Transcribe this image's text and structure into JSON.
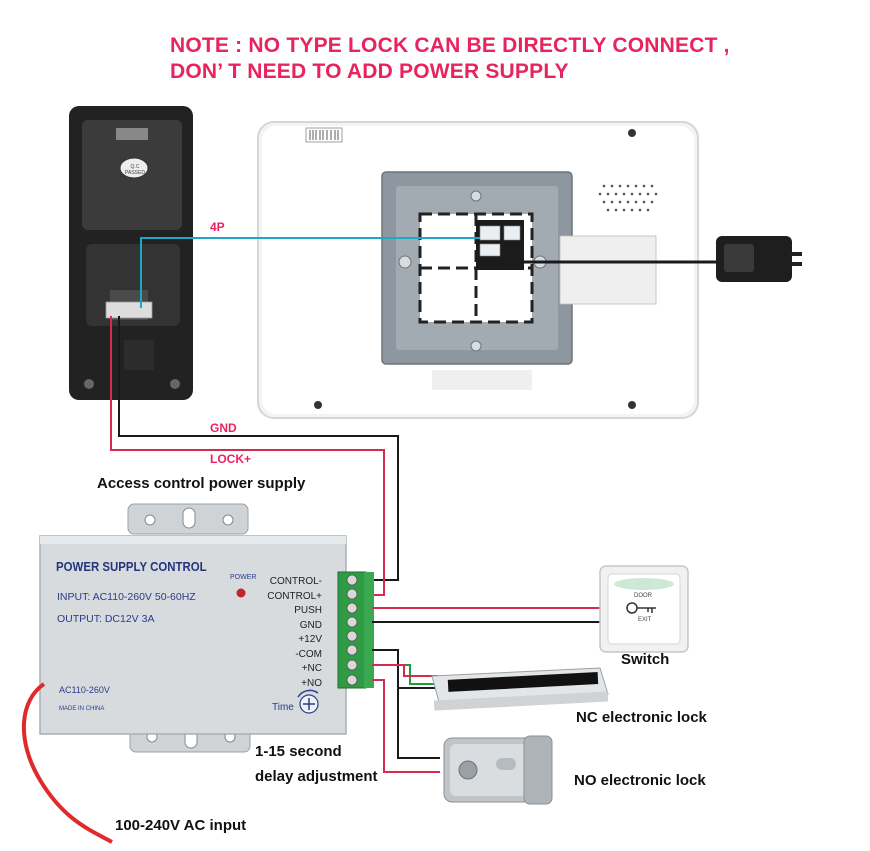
{
  "note": {
    "line1": "NOTE : NO TYPE LOCK CAN BE DIRECTLY CONNECT ,",
    "line2": "DON’ T NEED TO ADD POWER SUPPLY"
  },
  "wires": {
    "4p": "4P",
    "gnd": "GND",
    "lock_plus": "LOCK+"
  },
  "labels": {
    "access_power": "Access control power supply",
    "switch": "Switch",
    "nc_lock": "NC electronic lock",
    "no_lock": "NO electronic lock",
    "delay_line1": "1-15 second",
    "delay_line2": "delay adjustment",
    "ac_input": "100-240V AC input"
  },
  "psu": {
    "title": "POWER SUPPLY CONTROL",
    "input": "INPUT: AC110-260V 50-60HZ",
    "output": "OUTPUT: DC12V  3A",
    "power": "POWER",
    "ac": "AC110-260V",
    "made": "MADE IN CHINA",
    "time": "Time",
    "terminals": [
      "CONTROL-",
      "CONTROL+",
      "PUSH",
      "GND",
      "+12V",
      "-COM",
      "+NC",
      "+NO"
    ]
  },
  "exit_button": {
    "door": "DOOR",
    "exit": "EXIT"
  },
  "doorbell": {
    "qc": "Q.C PASSED"
  },
  "colors": {
    "note": "#e8245f",
    "wire_red": "#d62b4f",
    "wire_black": "#1a1a1a",
    "wire_cyan": "#1aa9c9",
    "wire_green": "#1f9a3c",
    "psu_body": "#d7dbde",
    "terminal_block": "#2f9b45"
  }
}
